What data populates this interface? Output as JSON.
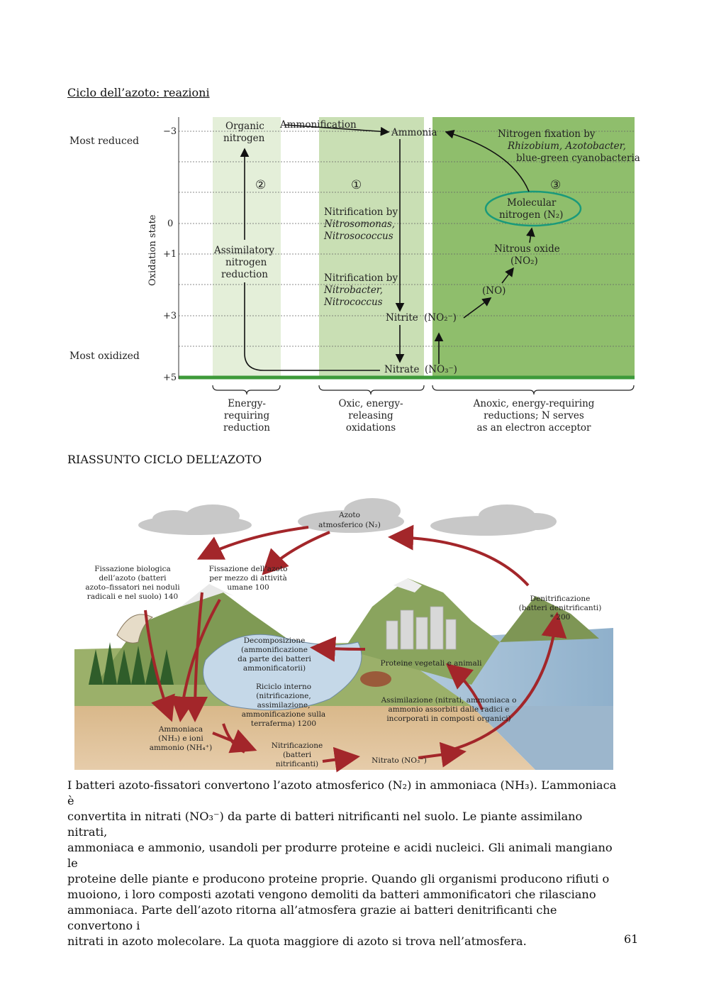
{
  "heading1": "Ciclo dell’azoto: reazioni",
  "heading2": "RIASSUNTO CICLO DELL’AZOTO",
  "fig1": {
    "y_axis_label": "Oxidation state",
    "most_reduced": "Most reduced",
    "most_oxidized": "Most oxidized",
    "ticks": [
      "−3",
      "0",
      "+1",
      "+3",
      "+5"
    ],
    "organic_nitrogen": [
      "Organic",
      "nitrogen"
    ],
    "ammonification": "Ammonification",
    "ammonia": "Ammonia",
    "fixation": [
      "Nitrogen fixation by",
      "Rhizobium, Azotobacter,",
      "blue-green cyanobacteria"
    ],
    "num2": "②",
    "num1": "①",
    "num3": "③",
    "molecular_nitrogen": [
      "Molecular",
      "nitrogen (N₂)"
    ],
    "nitrosomonas": [
      "Nitrification by",
      "Nitrosomonas,",
      "Nitrosococcus"
    ],
    "nitrobacter": [
      "Nitrification by",
      "Nitrobacter,",
      "Nitrococcus"
    ],
    "assimilatory": [
      "Assimilatory",
      "nitrogen",
      "reduction"
    ],
    "nitrous_oxide": [
      "Nitrous oxide",
      "(NO₂)"
    ],
    "no": "(NO)",
    "nitrite": "Nitrite",
    "no2": "(NO₂⁻)",
    "nitrate": "Nitrate",
    "no3": "(NO₃⁻)",
    "brace1": [
      "Energy-",
      "requiring",
      "reduction"
    ],
    "brace2": [
      "Oxic, energy-",
      "releasing",
      "oxidations"
    ],
    "brace3": [
      "Anoxic, energy-requiring",
      "reductions; N serves",
      "as an electron acceptor"
    ]
  },
  "fig2": {
    "atmo": [
      "Azoto",
      "atmosferico (N₂)"
    ],
    "fix_bio": [
      "Fissazione biologica",
      "dell’azoto (batteri",
      "azoto–fissatori nei noduli",
      "radicali e nel suolo) 140"
    ],
    "fix_human": [
      "Fissazione dell’azoto",
      "per mezzo di attività",
      "umane 100"
    ],
    "denit": [
      "Denitrificazione",
      "(batteri denitrificanti)",
      "* 200"
    ],
    "decomp": [
      "Decomposizione",
      "(ammonificazione",
      "da parte dei batteri",
      "ammonificatorii)"
    ],
    "proteins": "Proteine vegetali e animali",
    "riciclo": [
      "Riciclo interno",
      "(nitrificazione,",
      "assimilazione,",
      "ammonificazione sulla",
      "terraferma) 1200"
    ],
    "assim": [
      "Assimilazione (nitrati, ammoniaca o",
      "ammonio assorbiti dalle radici e",
      "incorporati in composti organici)"
    ],
    "ammoniaca": [
      "Ammoniaca",
      "(NH₃) e ioni",
      "ammonio (NH₄⁺)"
    ],
    "nitrif": [
      "Nitrificazione",
      "(batteri",
      "nitrificanti)"
    ],
    "nitrato": "Nitrato (NO₃⁻)"
  },
  "paragraph": [
    "I batteri azoto-fissatori convertono l’azoto atmosferico (N₂) in ammoniaca (NH₃). L’ammoniaca è",
    "convertita in nitrati (NO₃⁻) da parte di batteri nitrificanti nel suolo. Le piante assimilano nitrati,",
    "ammoniaca e ammonio, usandoli per produrre proteine e acidi nucleici. Gli animali mangiano le",
    "proteine delle piante e producono proteine proprie. Quando gli organismi producono rifiuti o",
    "muoiono, i loro composti azotati vengono demoliti da batteri ammonificatori che rilasciano",
    "ammoniaca. Parte dell’azoto ritorna all’atmosfera grazie ai batteri denitrificanti che convertono i",
    "nitrati in azoto molecolare. La quota maggiore di azoto si trova nell’atmosfera."
  ],
  "page_number": "61"
}
